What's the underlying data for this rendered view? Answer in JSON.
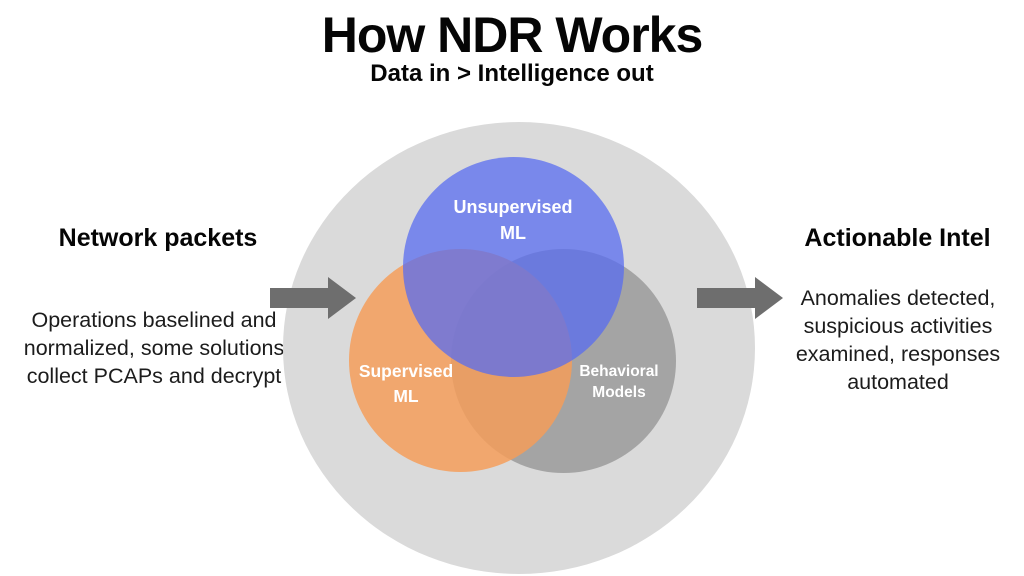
{
  "header": {
    "title": "How NDR Works",
    "subtitle": "Data in > Intelligence out"
  },
  "left_panel": {
    "heading": "Network packets",
    "lines": [
      "Operations baselined and",
      "normalized, some solutions",
      "collect PCAPs and decrypt"
    ]
  },
  "right_panel": {
    "heading": "Actionable Intel",
    "lines": [
      "Anomalies detected,",
      "suspicious activities",
      "examined, responses",
      "automated"
    ]
  },
  "venn": {
    "outer_color": "#dadada",
    "unsupervised": {
      "line1": "Unsupervised",
      "line2": "ML",
      "color": "rgba(88,108,240,0.75)"
    },
    "supervised": {
      "line1": "Supervised",
      "line2": "ML",
      "color": "rgba(245,158,90,0.85)"
    },
    "behavioral": {
      "line1": "Behavioral",
      "line2": "Models",
      "color": "rgba(150,150,150,0.8)"
    },
    "label_color": "#ffffff"
  },
  "arrows": {
    "color": "#6e6e6e"
  }
}
